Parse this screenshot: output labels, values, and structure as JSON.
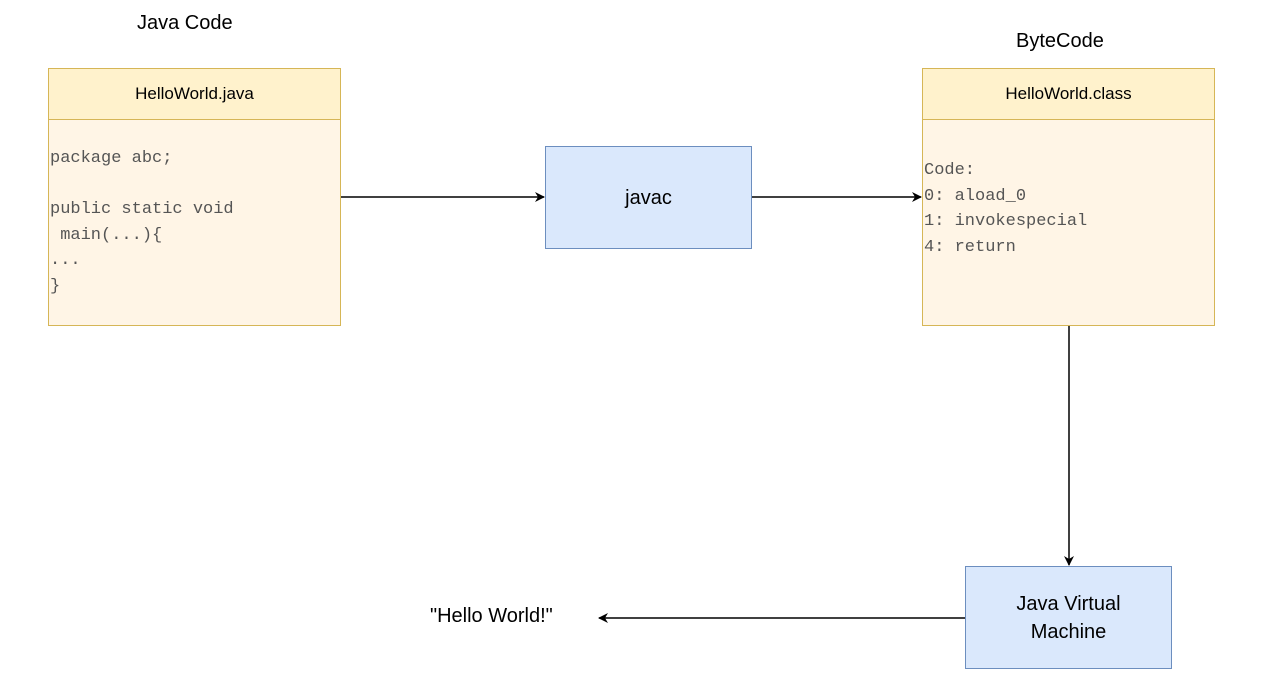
{
  "labels": {
    "java_code": "Java Code",
    "bytecode": "ByteCode",
    "output": "\"Hello World!\""
  },
  "source_file": {
    "title": "HelloWorld.java",
    "code_lines": [
      "package abc;",
      "",
      "public static void",
      " main(...){",
      "...",
      "}"
    ]
  },
  "compiler": {
    "label": "javac"
  },
  "class_file": {
    "title": "HelloWorld.class",
    "code_lines": [
      "Code:",
      "0: aload_0",
      "1: invokespecial",
      "4: return"
    ]
  },
  "jvm": {
    "label_line1": "Java Virtual",
    "label_line2": "Machine"
  },
  "colors": {
    "file_header_fill": "#fff2cc",
    "file_body_fill": "#fff5e6",
    "file_border": "#d6b656",
    "process_fill": "#dae8fc",
    "process_border": "#6c8ebf",
    "code_text": "#555555",
    "arrow": "#000000"
  }
}
